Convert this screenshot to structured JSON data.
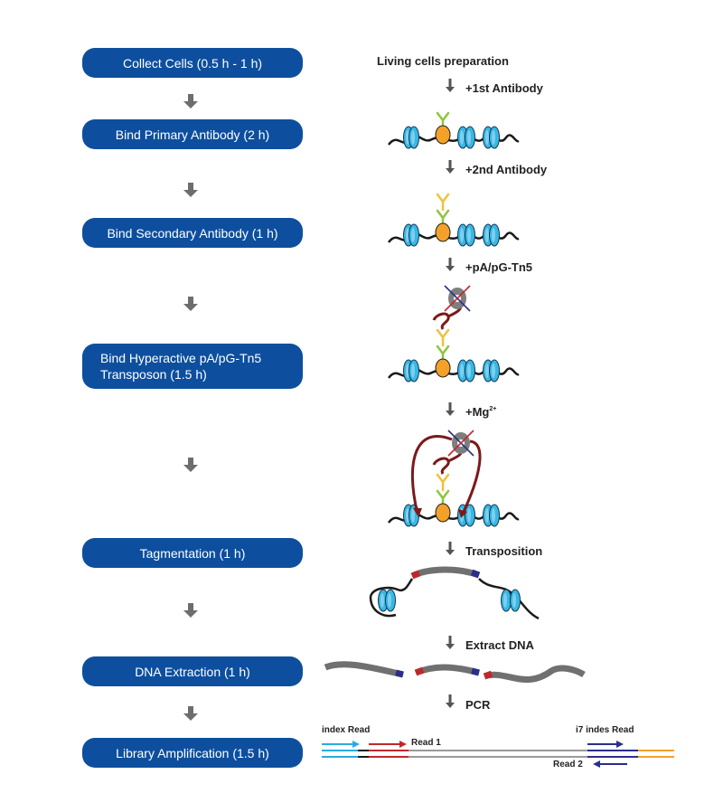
{
  "steps": [
    {
      "label": "Collect Cells (0.5 h - 1 h)"
    },
    {
      "label": "Bind Primary Antibody (2 h)"
    },
    {
      "label": "Bind Secondary Antibody (1 h)"
    },
    {
      "line1": "Bind Hyperactive pA/pG-Tn5",
      "line2": "Transposon (1.5 h)"
    },
    {
      "label": "Tagmentation (1 h)"
    },
    {
      "label": "DNA Extraction (1 h)"
    },
    {
      "label": "Library Amplification (1.5 h)"
    }
  ],
  "right": {
    "start": "Living cells preparation",
    "antibody1": "+1st  Antibody",
    "antibody2": "+2nd  Antibody",
    "tn5": "+pA/pG-Tn5",
    "mg": "+Mg",
    "mg_sup": "2+",
    "transposition": "Transposition",
    "extract": "Extract DNA",
    "pcr": "PCR"
  },
  "reads": {
    "index_read": "index Read",
    "read1": "Read 1",
    "i7_read": "i7 indes Read",
    "read2": "Read 2"
  },
  "colors": {
    "step_fill": "#0d4f9e",
    "nucleosome": "#39b7e5",
    "target_protein": "#f4a12a",
    "primary_antibody": "#8cc63f",
    "secondary_antibody": "#f0c23c",
    "tn5_arm": "#7b1a1a",
    "dna_fragment": "#707070",
    "adapter_red": "#c0272d",
    "adapter_blue": "#2b2e8a",
    "index_cyan": "#29abe2",
    "i7_orange": "#f4a12a"
  }
}
